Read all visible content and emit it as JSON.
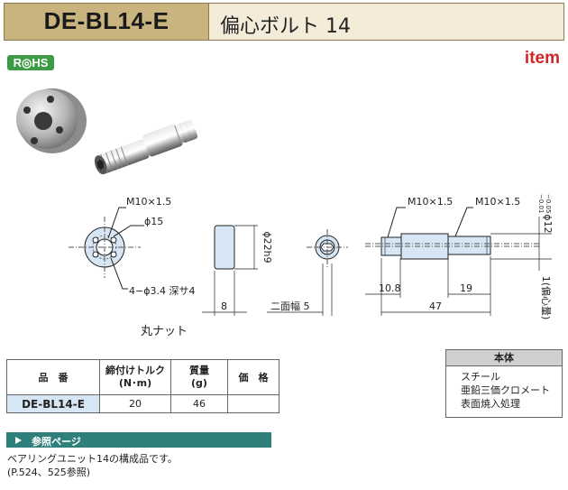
{
  "header": {
    "code": "DE-BL14-E",
    "name": "偏心ボルト 14"
  },
  "rohs": "R◎HS",
  "brand": "item",
  "drawing": {
    "nut_thread": "M10×1.5",
    "nut_dia": "ϕ15",
    "nut_holes": "4−ϕ3.4 深サ4",
    "nut_od": "ϕ22h9",
    "nut_width": "8",
    "nut_caption": "丸ナット",
    "flats": "二面幅 5",
    "bolt_thread_left": "M10×1.5",
    "bolt_thread_right": "M10×1.5",
    "bolt_dia": "ϕ12",
    "bolt_dia_tol_upper": "−0.01",
    "bolt_dia_tol_lower": "−0.05",
    "eccentric": "1(偏心量)",
    "len_left": "10.8",
    "len_right": "19",
    "len_total": "47"
  },
  "table": {
    "headers": [
      "品　番",
      "締付けトルク\n(N･m)",
      "質量\n(g)",
      "価　格"
    ],
    "row": {
      "code": "DE-BL14-E",
      "torque": "20",
      "mass": "46",
      "price": ""
    }
  },
  "body_box": {
    "title": "本体",
    "lines": [
      "スチール",
      "亜鉛三価クロメート",
      "表面焼入処理"
    ]
  },
  "reference": {
    "title": "参照ページ",
    "lines": [
      "ベアリングユニット14の構成品です。",
      "(P.524、525参照)"
    ]
  },
  "colors": {
    "header_code_bg": "#c9b47f",
    "header_name_bg": "#f4ecd9",
    "rohs": "#3e9b45",
    "brand": "#d1262a",
    "ref_bar": "#2f7f7a",
    "code_cell": "#d7e6f4"
  }
}
